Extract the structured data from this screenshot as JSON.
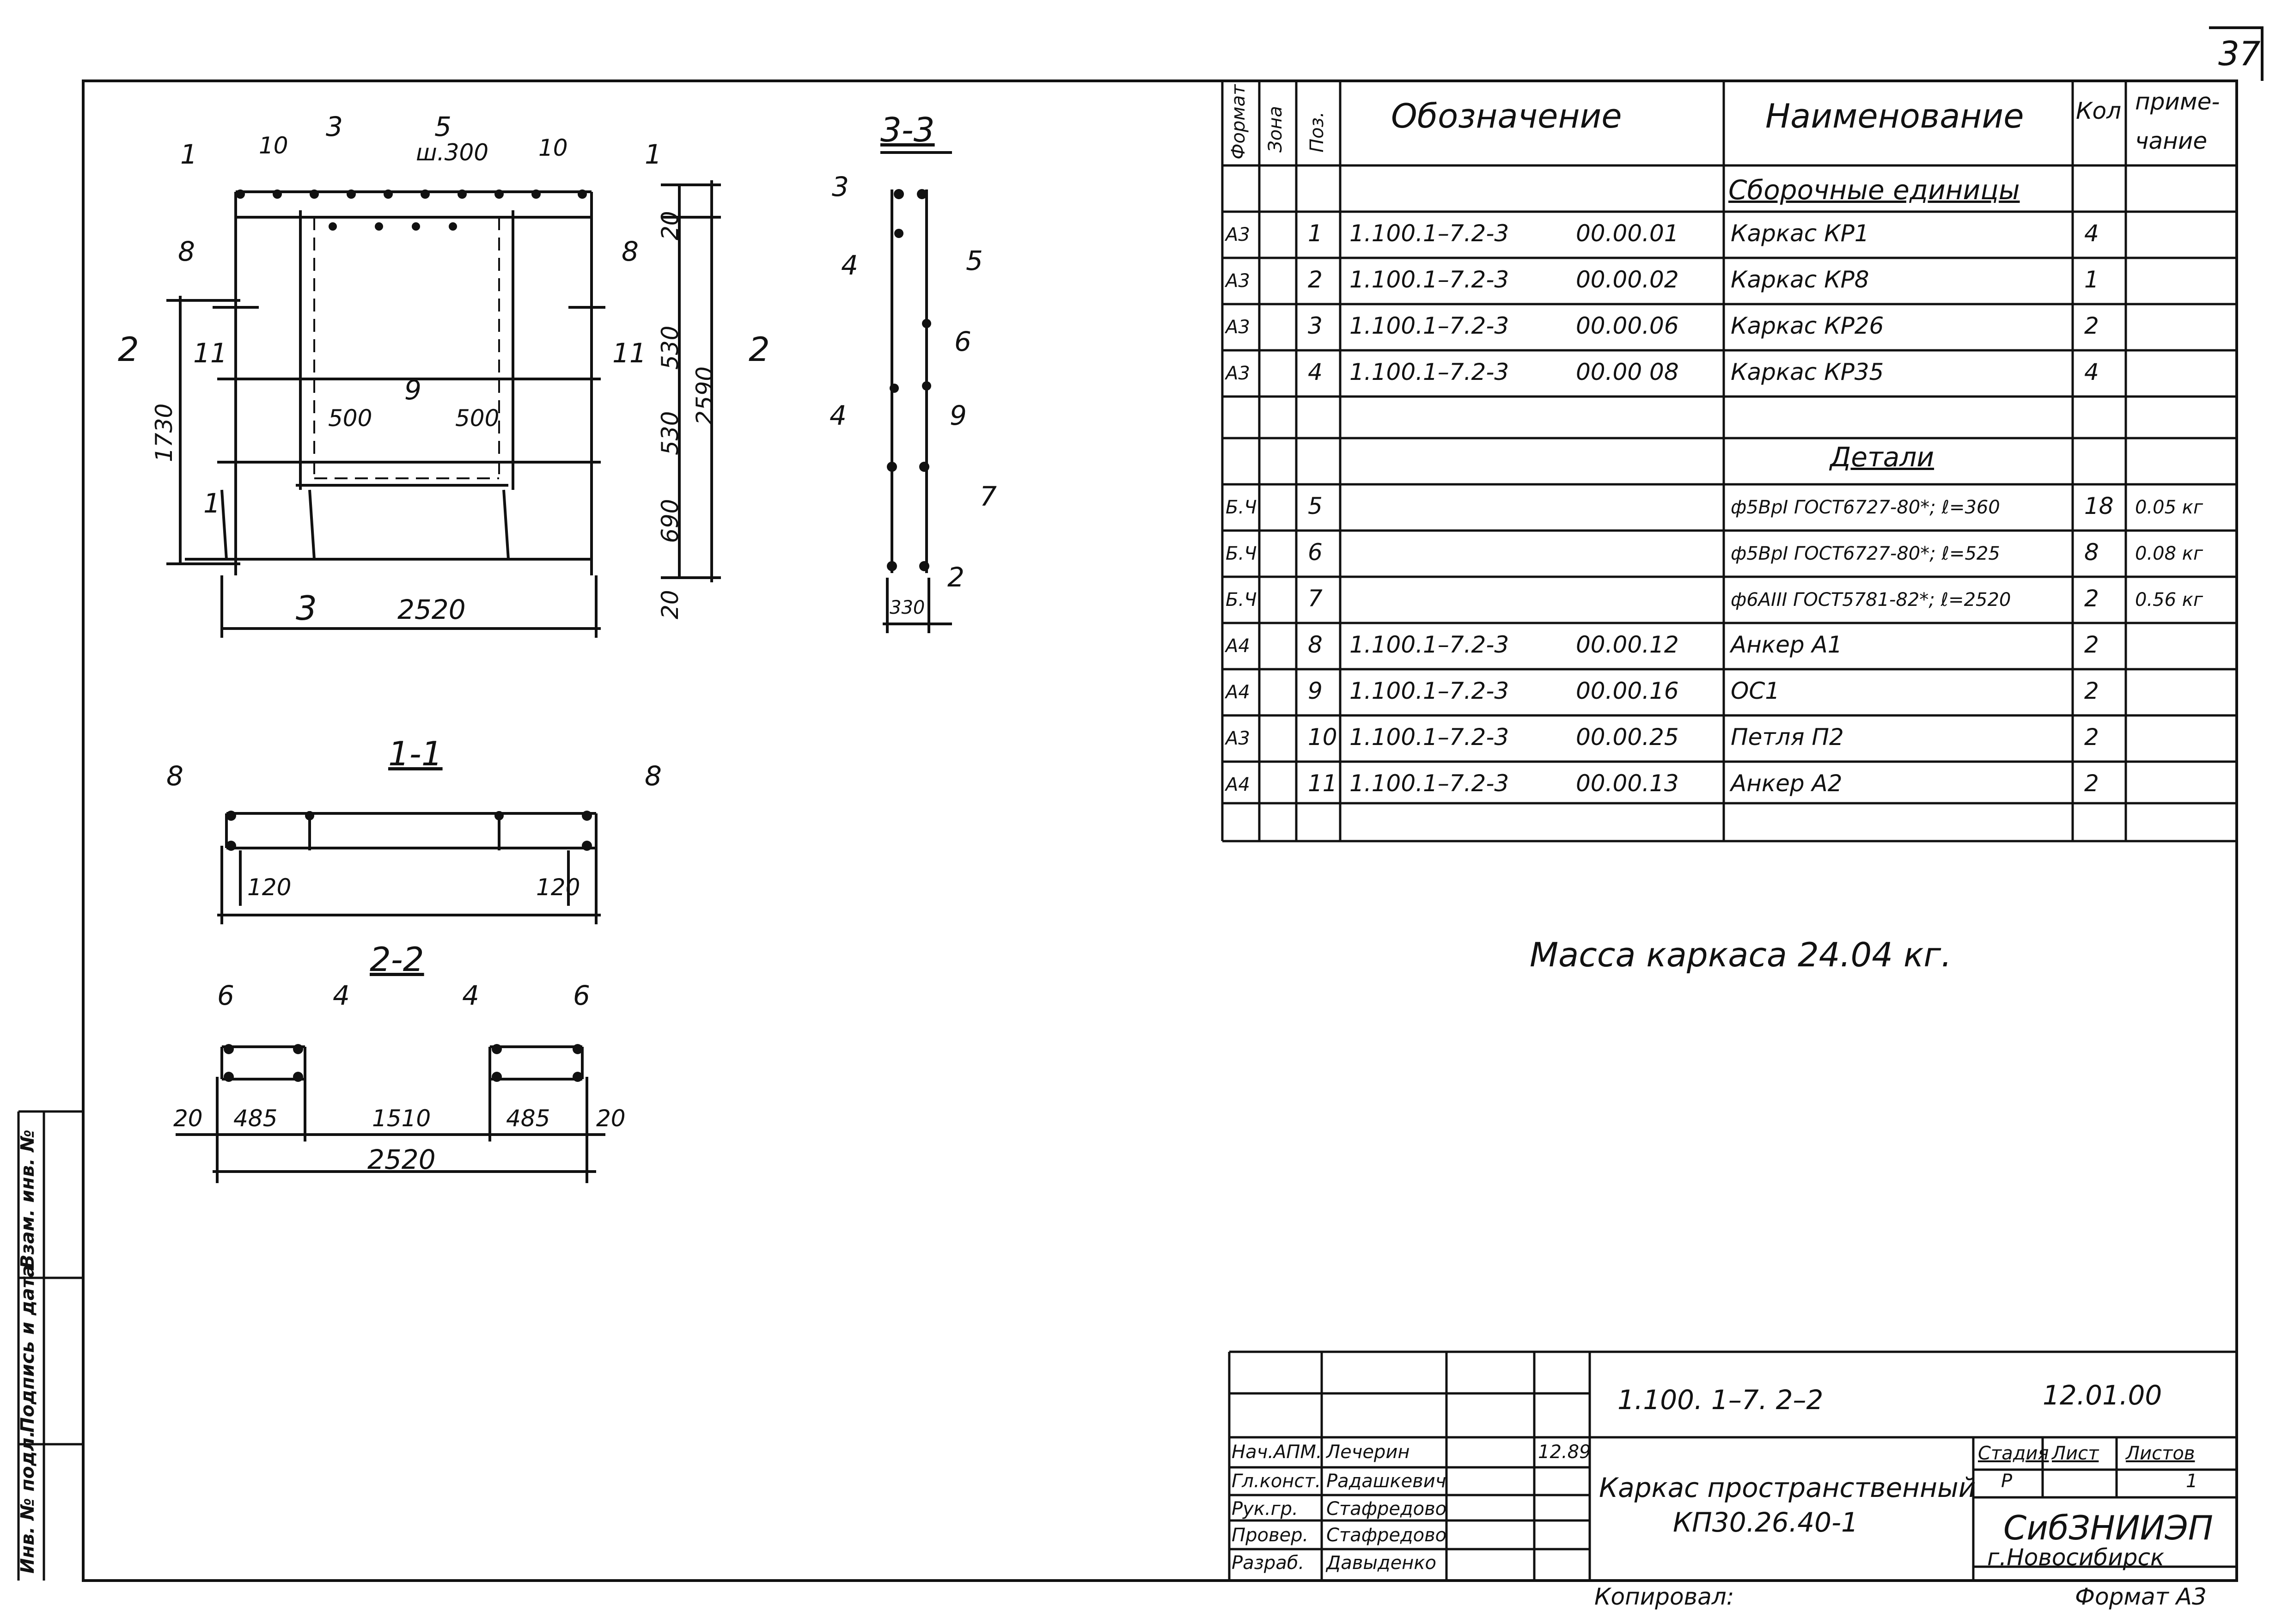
{
  "sheet_number": "37",
  "spec_table": {
    "headers": {
      "format": "Формат",
      "zone": "Зона",
      "pos": "Поз.",
      "designation": "Обозначение",
      "name": "Наименование",
      "qty": "Кол",
      "note_line1": "приме-",
      "note_line2": "чание"
    },
    "section_assemblies": "Сборочные единицы",
    "section_details": "Детали",
    "rows": [
      {
        "fmt": "А3",
        "pos": "1",
        "des": "1.100.1–7.2-3",
        "code": "00.00.01",
        "name": "Каркас КР1",
        "qty": "4",
        "note": ""
      },
      {
        "fmt": "А3",
        "pos": "2",
        "des": "1.100.1–7.2-3",
        "code": "00.00.02",
        "name": "Каркас КР8",
        "qty": "1",
        "note": ""
      },
      {
        "fmt": "А3",
        "pos": "3",
        "des": "1.100.1–7.2-3",
        "code": "00.00.06",
        "name": "Каркас КР26",
        "qty": "2",
        "note": ""
      },
      {
        "fmt": "А3",
        "pos": "4",
        "des": "1.100.1–7.2-3",
        "code": "00.00 08",
        "name": "Каркас КР35",
        "qty": "4",
        "note": ""
      },
      {
        "fmt": "Б.Ч",
        "pos": "5",
        "des": "",
        "code": "",
        "name": "ф5ВрI ГОСТ6727-80*; ℓ=360",
        "qty": "18",
        "note": "0.05 кг"
      },
      {
        "fmt": "Б.Ч",
        "pos": "6",
        "des": "",
        "code": "",
        "name": "ф5ВрI ГОСТ6727-80*; ℓ=525",
        "qty": "8",
        "note": "0.08 кг"
      },
      {
        "fmt": "Б.Ч",
        "pos": "7",
        "des": "",
        "code": "",
        "name": "ф6АIII ГОСТ5781-82*; ℓ=2520",
        "qty": "2",
        "note": "0.56 кг"
      },
      {
        "fmt": "А4",
        "pos": "8",
        "des": "1.100.1–7.2-3",
        "code": "00.00.12",
        "name": "Анкер А1",
        "qty": "2",
        "note": ""
      },
      {
        "fmt": "А4",
        "pos": "9",
        "des": "1.100.1–7.2-3",
        "code": "00.00.16",
        "name": "ОС1",
        "qty": "2",
        "note": ""
      },
      {
        "fmt": "А3",
        "pos": "10",
        "des": "1.100.1–7.2-3",
        "code": "00.00.25",
        "name": "Петля П2",
        "qty": "2",
        "note": ""
      },
      {
        "fmt": "А4",
        "pos": "11",
        "des": "1.100.1–7.2-3",
        "code": "00.00.13",
        "name": "Анкер А2",
        "qty": "2",
        "note": ""
      }
    ]
  },
  "mass_note": "Масса каркаса 24.04 кг.",
  "drawing": {
    "plan": {
      "callouts": [
        "1",
        "10",
        "3",
        "5",
        "ш.300",
        "10",
        "1",
        "8",
        "8",
        "2",
        "11",
        "11",
        "2",
        "9",
        "500",
        "500",
        "1"
      ],
      "dims": {
        "d20a": "20",
        "d530a": "530",
        "d530b": "530",
        "d690": "690",
        "d20b": "20",
        "d2590": "2590",
        "d1730": "1730",
        "d2520": "2520"
      },
      "section_mark": "3"
    },
    "section33": {
      "title": "3-3",
      "labels": [
        "3",
        "4",
        "5",
        "6",
        "4",
        "9",
        "7",
        "2"
      ],
      "dim": "330"
    },
    "section11": {
      "title": "1-1",
      "l8a": "8",
      "l8b": "8",
      "d120a": "120",
      "d120b": "120"
    },
    "section22": {
      "title": "2-2",
      "l6a": "6",
      "l4a": "4",
      "l4b": "4",
      "l6b": "6",
      "d20a": "20",
      "d485a": "485",
      "d1510": "1510",
      "d485b": "485",
      "d20b": "20",
      "d2520": "2520"
    }
  },
  "title_block": {
    "doc_code": "1.100. 1–7. 2–2",
    "date": "12.01.00",
    "roles": [
      "Нач.АПМ.",
      "Гл.конст.",
      "Рук.гр.",
      "Провер.",
      "Разраб."
    ],
    "people": [
      "Лечерин",
      "Радашкевич",
      "Стафредово",
      "Стафредово",
      "Давыденко"
    ],
    "sign_date": "12.89",
    "title_line1": "Каркас пространственный",
    "title_line2": "КП30.26.40-1",
    "stage_label": "Стадия",
    "sheet_label": "Лист",
    "sheets_label": "Листов",
    "stage_value": "Р",
    "sheets_value": "1",
    "org_line1": "СибЗНИИЭП",
    "org_line2": "г.Новосибирск",
    "copied": "Копировал:",
    "format": "Формат А3"
  },
  "side_stamp": {
    "inv": "Инв. № подл.",
    "sign_date": "Подпись и дата",
    "replace_inv": "Взам. инв. №"
  }
}
